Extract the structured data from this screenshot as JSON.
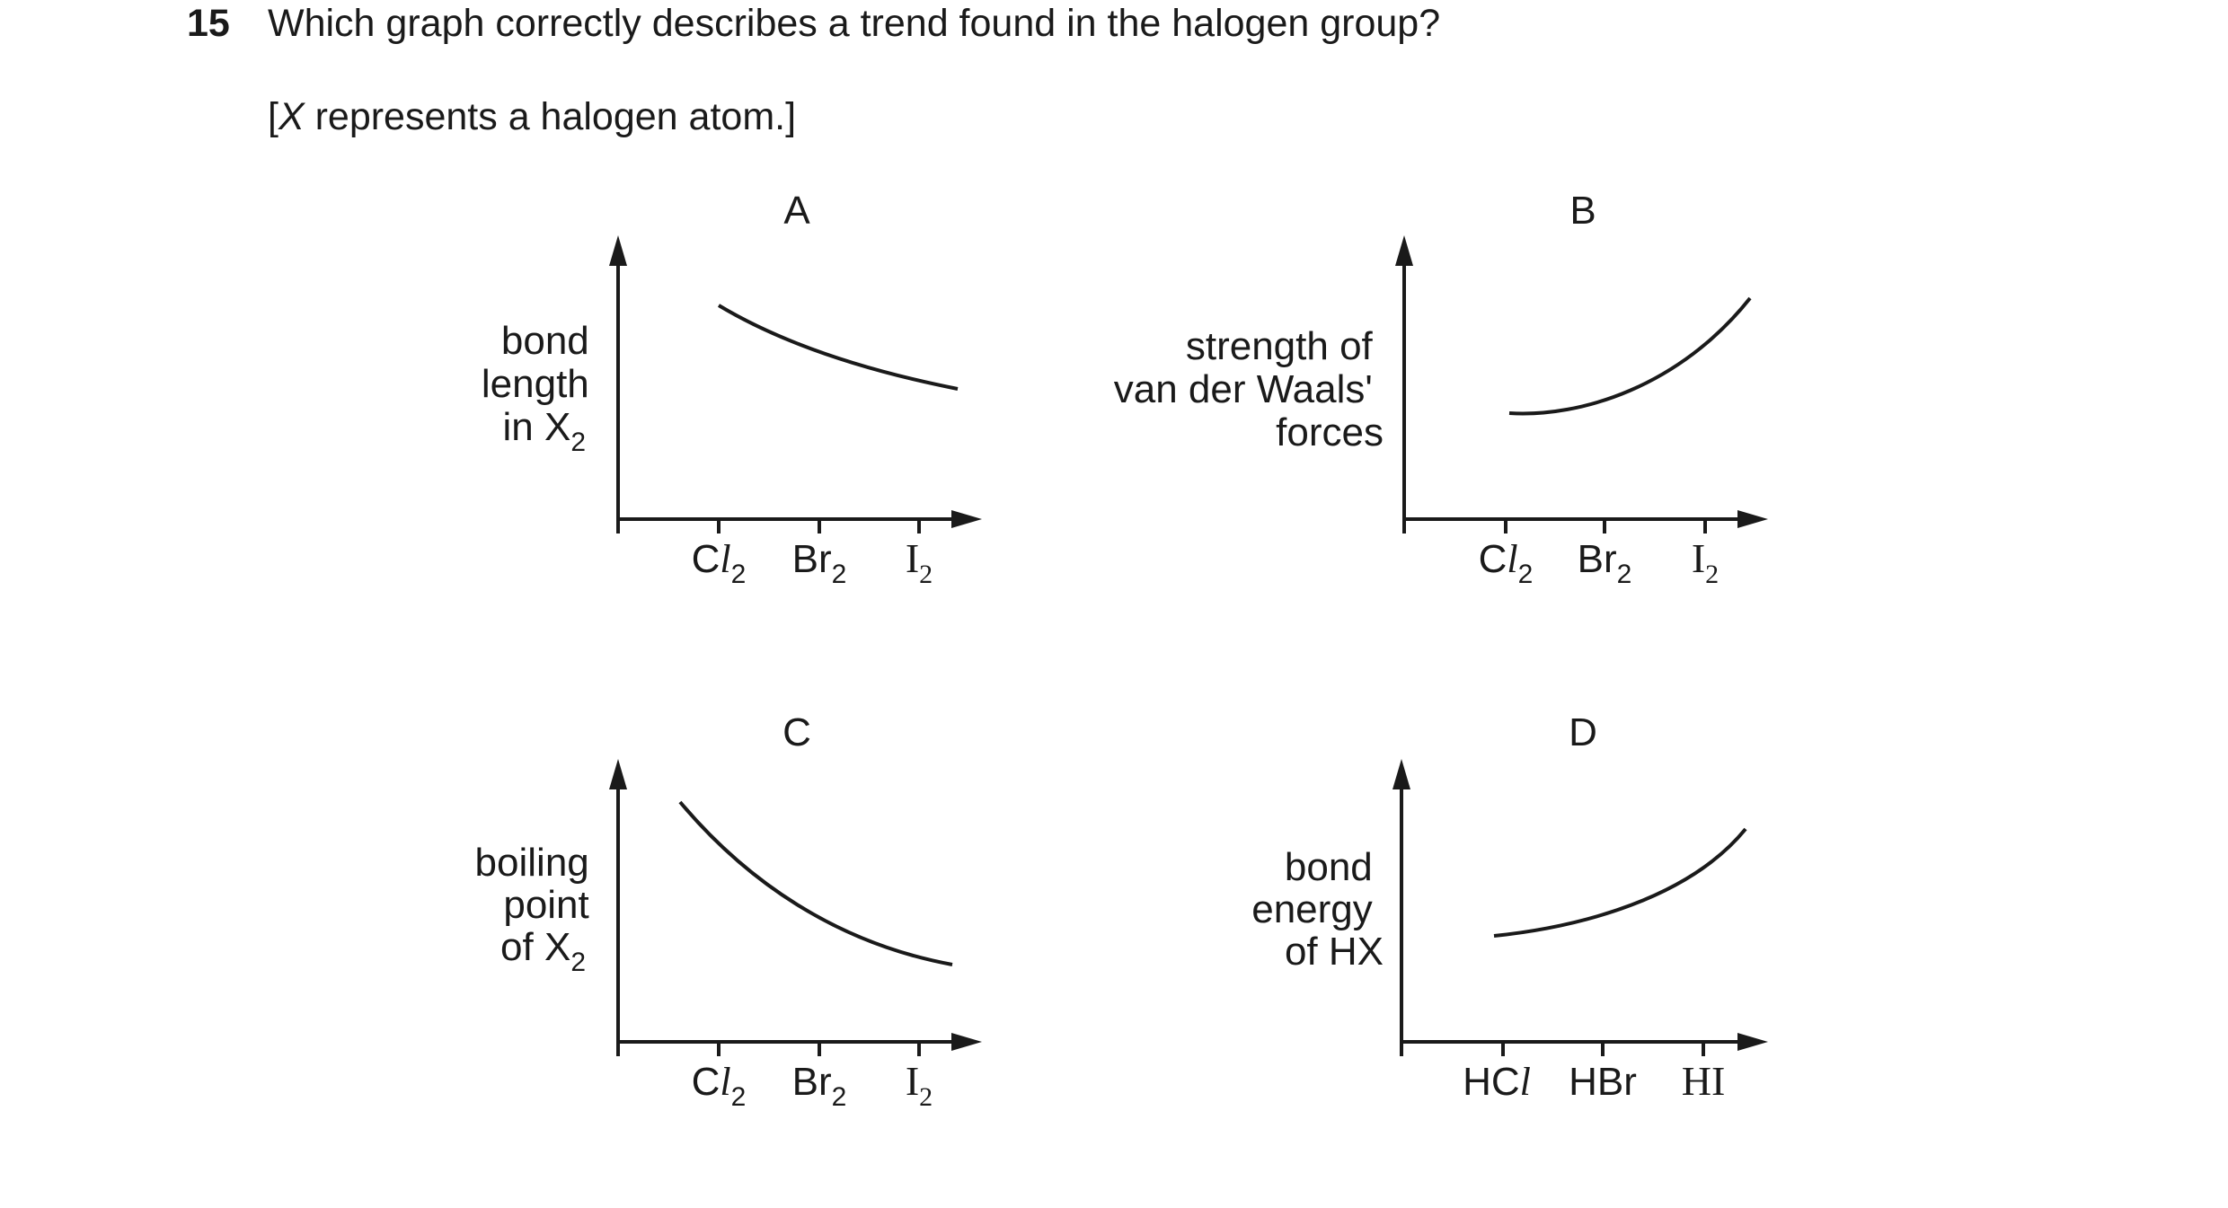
{
  "question": {
    "number": "15",
    "text": "Which graph correctly describes a trend found in the halogen group?",
    "note_open": "[",
    "note_italic": "X",
    "note_rest": " represents a halogen atom.]"
  },
  "graphs": {
    "A": {
      "label": "A",
      "ylabel_lines": [
        "bond",
        "length",
        "in X"
      ],
      "ylabel_sub": "2",
      "ticks": [
        {
          "main": "C",
          "italic": "l",
          "sub": "2"
        },
        {
          "main": "Br",
          "sub": "2"
        },
        {
          "main": "I",
          "sub": "2"
        }
      ],
      "trend": "decreasing"
    },
    "B": {
      "label": "B",
      "ylabel_lines": [
        "strength of",
        "van der Waals'",
        "forces"
      ],
      "ticks": [
        {
          "main": "C",
          "italic": "l",
          "sub": "2"
        },
        {
          "main": "Br",
          "sub": "2"
        },
        {
          "main": "I",
          "sub": "2"
        }
      ],
      "trend": "increasing"
    },
    "C": {
      "label": "C",
      "ylabel_lines": [
        "boiling",
        "point",
        "of X"
      ],
      "ylabel_sub": "2",
      "ticks": [
        {
          "main": "C",
          "italic": "l",
          "sub": "2"
        },
        {
          "main": "Br",
          "sub": "2"
        },
        {
          "main": "I",
          "sub": "2"
        }
      ],
      "trend": "decreasing"
    },
    "D": {
      "label": "D",
      "ylabel_lines": [
        "bond",
        "energy",
        "of HX"
      ],
      "ticks": [
        {
          "main": "HC",
          "italic": "l"
        },
        {
          "main": "HBr"
        },
        {
          "main": "HI"
        }
      ],
      "trend": "increasing"
    }
  }
}
